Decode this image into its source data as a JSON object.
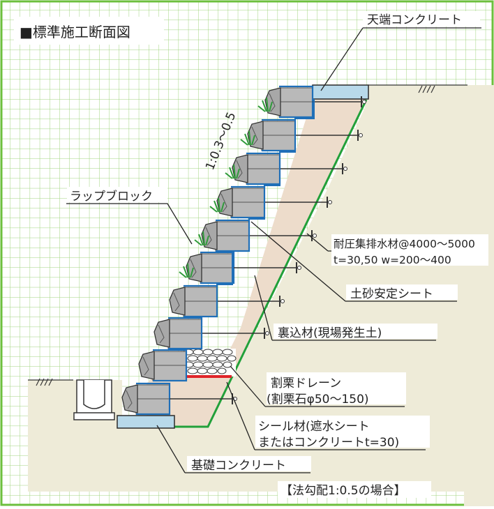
{
  "title": "■標準施工断面図",
  "slope_label": "1:0.3〜0.5",
  "labels": {
    "top_concrete": "天端コンクリート",
    "wrap_block": "ラップブロック",
    "drain_line1": "耐圧集排水材@4000〜5000",
    "drain_line2": "t=30,50 w=200〜400",
    "soil_sheet": "土砂安定シート",
    "backfill": "裏込材(現場発生土)",
    "gravel_drain_line1": "割栗ドレーン",
    "gravel_drain_line2": "(割栗石φ50〜150)",
    "seal_line1": "シール材(遮水シート",
    "seal_line2": "またはコンクリートt=30)",
    "foundation": "基礎コンクリート"
  },
  "note": "【法勾配1:0.5の場合】",
  "colors": {
    "grid_bg": "#ffffff",
    "grid_line": "#9fd37c",
    "grid_border": "#6cbf3d",
    "ground": "#eeebd8",
    "backfill": "#eddccb",
    "block": "#b9b9b9",
    "block_edge": "#1f6fb8",
    "slope_line": "#22a03a",
    "concrete": "#b8d9ea",
    "seal": "#e0242a"
  }
}
